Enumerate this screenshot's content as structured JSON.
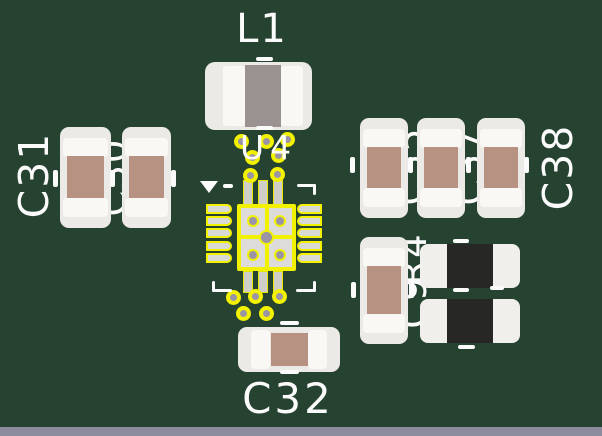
{
  "scene": {
    "description": "3D rendered top view of a green PCB section with SMD components",
    "board_color": "#264231",
    "board_edge_color": "#8d8c9e",
    "silkscreen_color": "#fbfbfb",
    "solder_mask_opening_color": "#f1f100",
    "via_plating_color": "#9a94a6",
    "pad_color": "#d9d9d6",
    "capacitor_body_color": "#b79283",
    "capacitor_terminal_color": "#eceae6",
    "inductor_core_color": "#9b9391",
    "resistor_body_color": "#272726"
  },
  "designators": {
    "inductor": "L1",
    "ic": "U4",
    "left_cap_group": "C31",
    "bottom_cap": "C32",
    "right_cap_group": "C38"
  },
  "obscured_designators": {
    "left_pair_gap": "C30",
    "right_row_gap_1": "C35",
    "right_row_gap_2": "C37",
    "lower_right_gap_1": "R4",
    "lower_right_gap_2": "C9"
  }
}
